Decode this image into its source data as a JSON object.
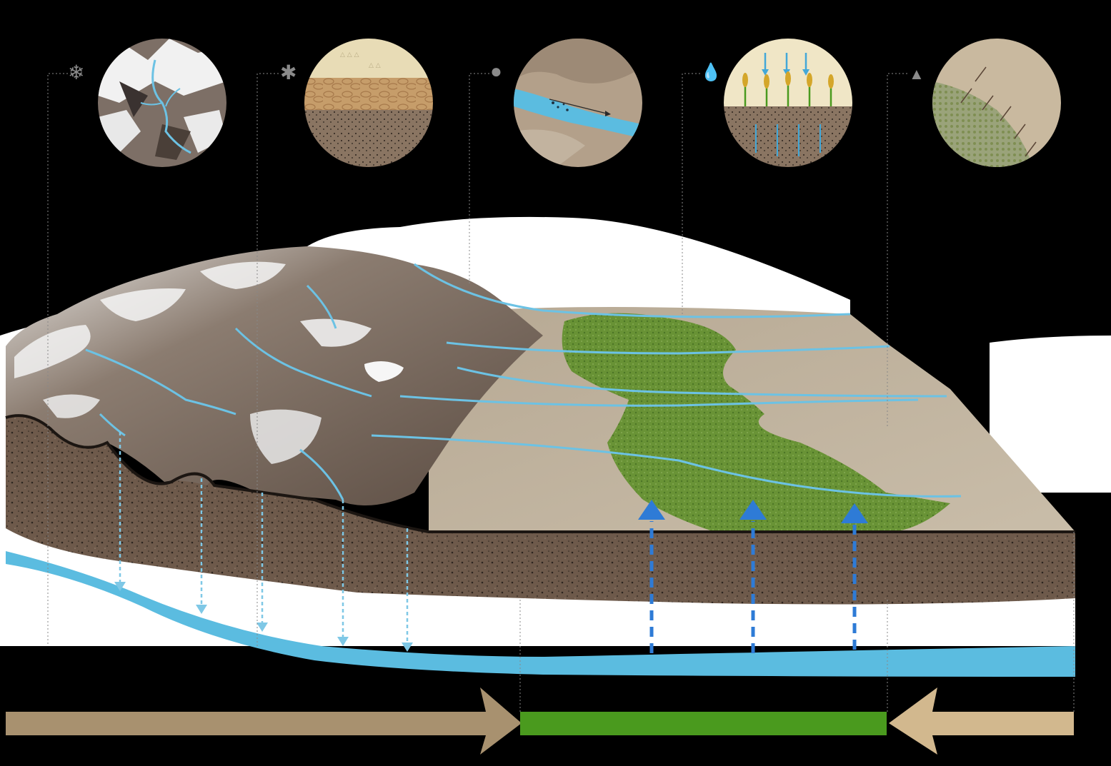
{
  "diagram": {
    "zones": [
      {
        "id": "snow-mountains",
        "icon": "snowflake-icon"
      },
      {
        "id": "soil-layers",
        "icon": "asterisk-icon"
      },
      {
        "id": "riverbed-sediment",
        "icon": "dot-icon"
      },
      {
        "id": "irrigated-oasis",
        "icon": "water-drops-icon"
      },
      {
        "id": "desert-edge",
        "icon": "dune-icon"
      }
    ],
    "recharge_arrows": 5,
    "discharge_arrows": 3,
    "colors": {
      "water": "#5bbce0",
      "oasis_green": "#4a9a1e",
      "mountain_band": "#a8916f",
      "desert_band": "#d2b88e",
      "soil": "#6b584a",
      "arrow_blue": "#2e7bd6",
      "background": "#000000"
    }
  }
}
